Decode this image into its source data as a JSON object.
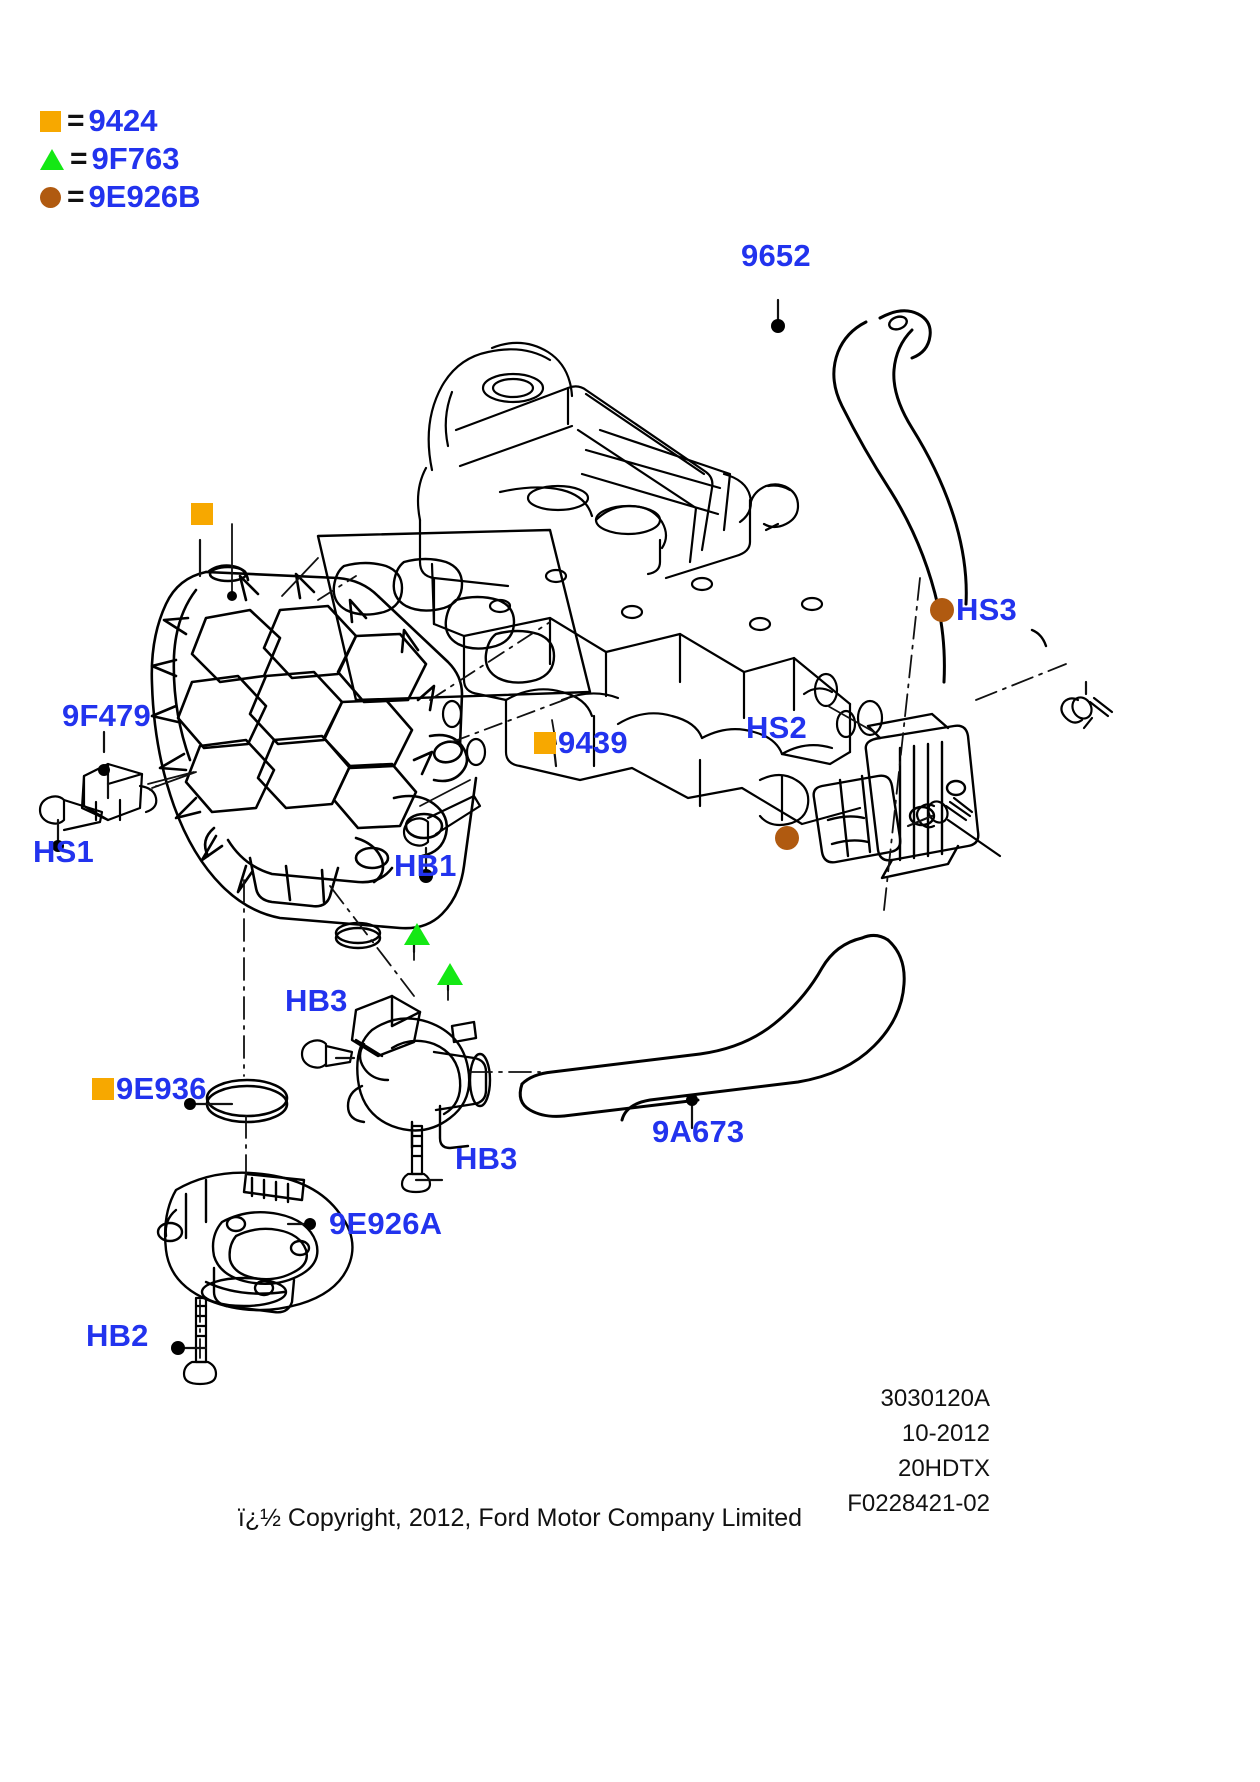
{
  "diagram": {
    "title": "Ford intake manifold and throttle body exploded parts diagram",
    "legend": [
      {
        "symbol": "square",
        "color": "#f7a800",
        "eq": "=",
        "code": "9424"
      },
      {
        "symbol": "triangle",
        "color": "#14e814",
        "eq": "=",
        "code": "9F763"
      },
      {
        "symbol": "circle",
        "color": "#b05a10",
        "eq": "=",
        "code": "9E926B"
      }
    ],
    "callouts": [
      {
        "id": "c-9652",
        "text": "9652"
      },
      {
        "id": "c-hs3",
        "text": "HS3",
        "marker": "circle"
      },
      {
        "id": "c-hs2",
        "text": "HS2"
      },
      {
        "id": "c-9f479",
        "text": "9F479"
      },
      {
        "id": "c-hs1",
        "text": "HS1"
      },
      {
        "id": "c-9439",
        "text": "9439",
        "marker": "square"
      },
      {
        "id": "c-hb1",
        "text": "HB1"
      },
      {
        "id": "c-hb3a",
        "text": "HB3"
      },
      {
        "id": "c-hb3b",
        "text": "HB3"
      },
      {
        "id": "c-9e936",
        "text": "9E936",
        "marker": "square"
      },
      {
        "id": "c-9e926a",
        "text": "9E926A"
      },
      {
        "id": "c-hb2",
        "text": "HB2"
      },
      {
        "id": "c-9a673",
        "text": "9A673"
      }
    ],
    "footer": {
      "drawing_number": "3030120A",
      "date": "10-2012",
      "variant": "20HDTX",
      "figure_id": "F0228421-02",
      "copyright": "ï¿½ Copyright, 2012, Ford Motor Company Limited"
    },
    "colors": {
      "label_blue": "#2233ee",
      "marker_orange": "#f7a800",
      "marker_green": "#14e814",
      "marker_brown": "#b05a10",
      "line_black": "#000000"
    }
  }
}
